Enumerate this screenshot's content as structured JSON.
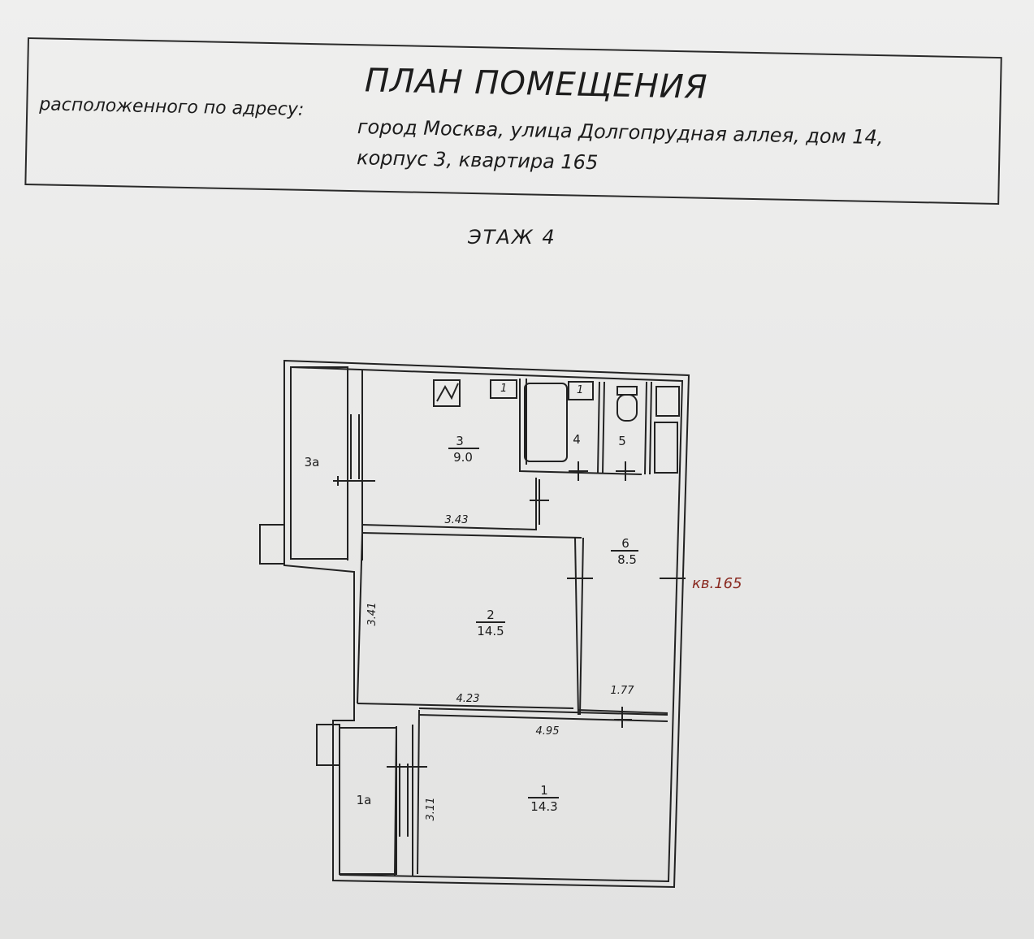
{
  "header": {
    "title": "ПЛАН ПОМЕЩЕНИЯ",
    "address_label": "расположенного по адресу:",
    "address_line1": "город Москва, улица Долгопрудная аллея, дом 14,",
    "address_line2": "корпус 3, квартира 165"
  },
  "floor_label": "ЭТАЖ 4",
  "apartment_label": "кв.165",
  "rooms": [
    {
      "number": "1",
      "area": "14.3"
    },
    {
      "number": "1а"
    },
    {
      "number": "2",
      "area": "14.5"
    },
    {
      "number": "3",
      "area": "9.0"
    },
    {
      "number": "3а"
    },
    {
      "number": "4"
    },
    {
      "number": "5"
    },
    {
      "number": "6",
      "area": "8.5"
    }
  ],
  "dimensions": {
    "room3_width": "3.43",
    "room2_height": "3.41",
    "room2_width": "4.23",
    "room6_width": "1.77",
    "room1_width": "4.95",
    "room1_height": "3.11"
  },
  "colors": {
    "ink": "#1c1c1c",
    "apartment_mark": "#8a2b22",
    "paper": "#ececeb"
  }
}
